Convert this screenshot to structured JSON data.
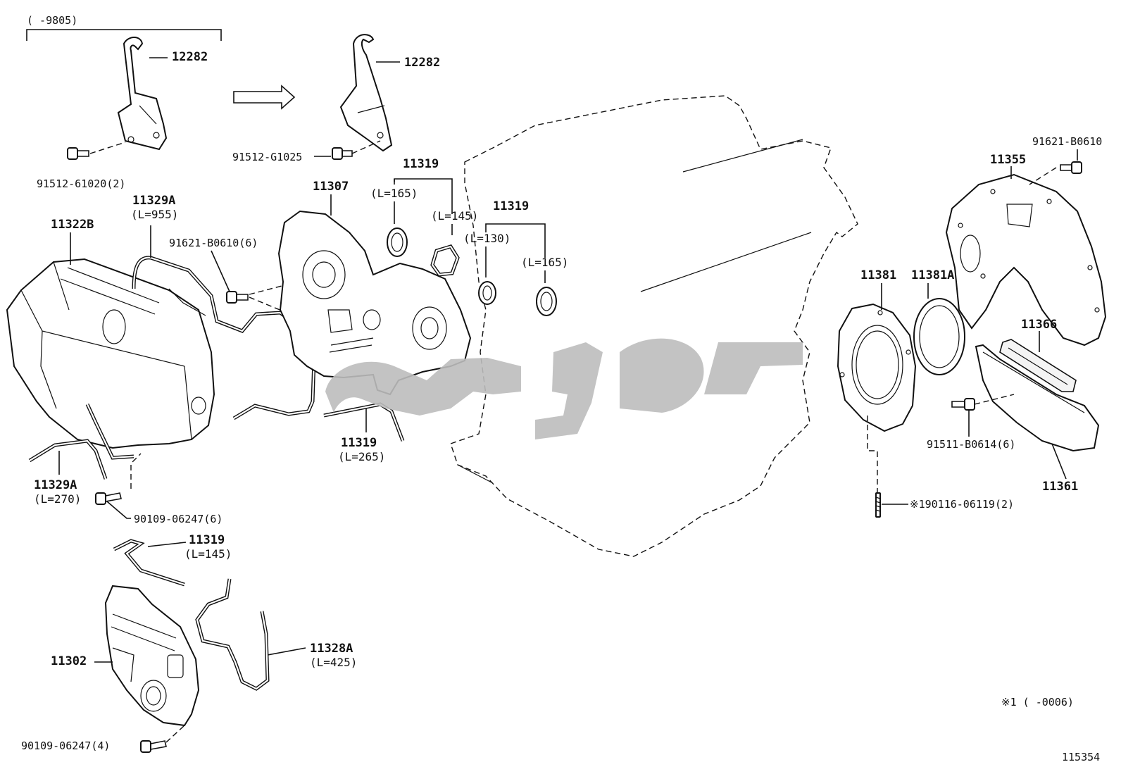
{
  "diagram": {
    "date_range_label": "(      -9805)",
    "footnote": "※1 (      -0006)",
    "illustration_number": "115354",
    "labels": {
      "p12282_a": "12282",
      "p12282_b": "12282",
      "b91512_61020": "91512-61020(2)",
      "b91512_g1025": "91512-G1025",
      "p11319_top": "11319",
      "p11319_top_l1": "(L=165)",
      "p11319_top_l2": "(L=145)",
      "p11307": "11307",
      "p11329a_top": "11329A",
      "p11329a_top_l": "(L=955)",
      "p11322b": "11322B",
      "b91621_b0610_6": "91621-B0610(6)",
      "p11319_mid": "11319",
      "p11319_mid_l1": "(L=130)",
      "p11319_mid_l2": "(L=165)",
      "p11319_low": "11319",
      "p11319_low_l": "(L=265)",
      "p11329a_low": "11329A",
      "p11329a_low_l": "(L=270)",
      "b90109_06247_6": "90109-06247(6)",
      "p11319_bot": "11319",
      "p11319_bot_l": "(L=145)",
      "p11328a": "11328A",
      "p11328a_l": "(L=425)",
      "p11302": "11302",
      "b90109_06247_4": "90109-06247(4)",
      "b91621_b0610": "91621-B0610",
      "p11355": "11355",
      "p11381": "11381",
      "p11381a": "11381A",
      "p11366": "11366",
      "b91511_b0614": "91511-B0614(6)",
      "p11361": "11361",
      "stud_90116": "※190116-06119(2)"
    }
  }
}
